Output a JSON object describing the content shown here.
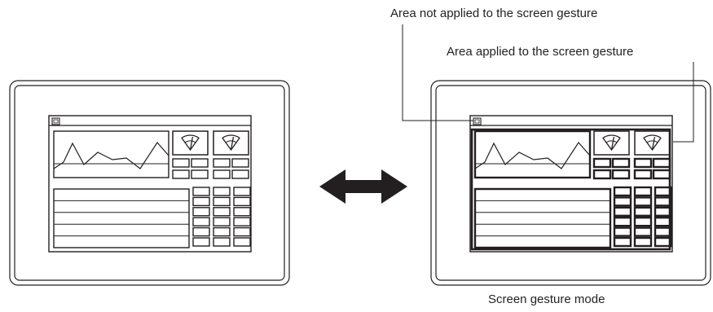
{
  "labels": {
    "area_not_applied": "Area not applied to the screen gesture",
    "area_applied": "Area applied to the screen gesture",
    "screen_gesture_mode": "Screen gesture mode"
  },
  "colors": {
    "ink": "#231f20",
    "background": "#ffffff"
  },
  "icons": {
    "arrow": "double-headed-arrow",
    "gauge": "gauge-icon",
    "window_control": "window-control-square"
  }
}
